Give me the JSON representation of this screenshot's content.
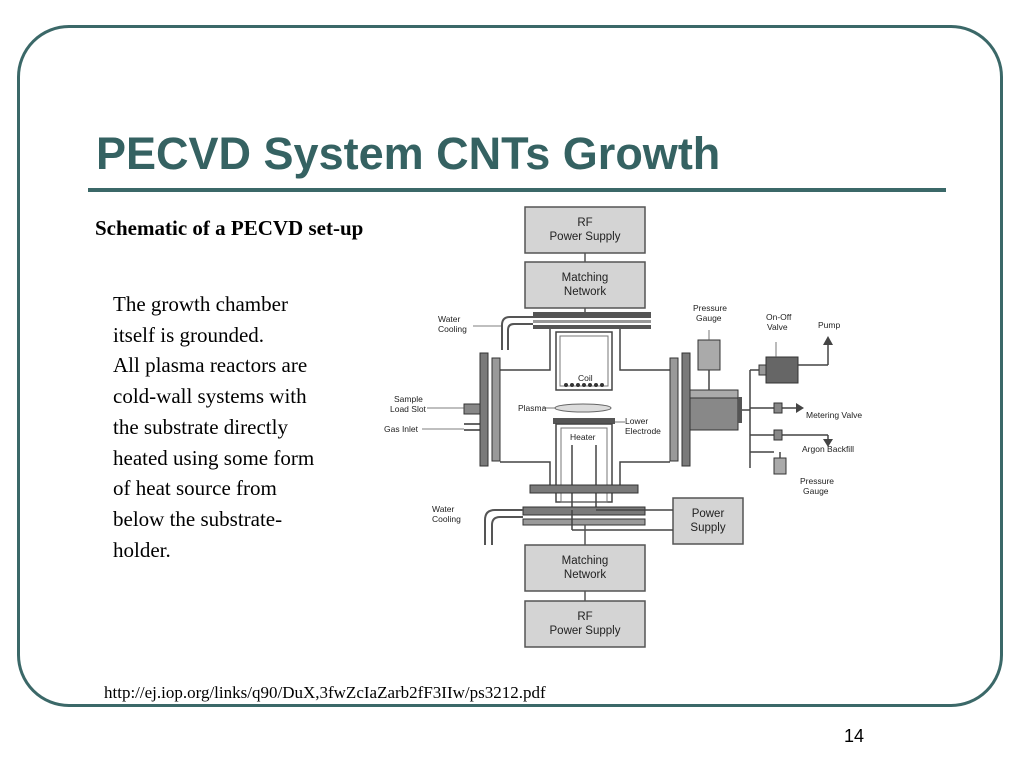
{
  "slide": {
    "title": "PECVD System CNTs Growth",
    "caption": "Schematic of a PECVD set-up",
    "body_lines": [
      "The growth chamber",
      "itself is grounded.",
      "All plasma reactors are",
      "cold-wall systems with",
      "the substrate directly",
      "heated using some form",
      "of heat source from",
      "below the substrate-",
      "holder."
    ],
    "source_url": "http://ej.iop.org/links/q90/DuX,3fwZcIaZarb2fF3IIw/ps3212.pdf",
    "page_number": "14"
  },
  "diagram": {
    "rf_power_top": [
      "RF",
      "Power Supply"
    ],
    "matching_top": [
      "Matching",
      "Network"
    ],
    "matching_bottom": [
      "Matching",
      "Network"
    ],
    "rf_power_bottom": [
      "RF",
      "Power Supply"
    ],
    "power_supply": [
      "Power",
      "Supply"
    ],
    "labels": {
      "water_cooling_top": [
        "Water",
        "Cooling"
      ],
      "water_cooling_bottom": [
        "Water",
        "Cooling"
      ],
      "sample_load_slot": [
        "Sample",
        "Load Slot"
      ],
      "gas_inlet": "Gas Inlet",
      "plasma": "Plasma",
      "coil": "Coil",
      "heater": "Heater",
      "lower_electrode": [
        "Lower",
        "Electrode"
      ],
      "pressure_gauge_top": [
        "Pressure",
        "Gauge"
      ],
      "on_off_valve": [
        "On-Off",
        "Valve"
      ],
      "pump": "Pump",
      "metering_valve": "Metering Valve",
      "argon_backfill": "Argon Backfill",
      "pressure_gauge_bottom": [
        "Pressure",
        "Gauge"
      ]
    }
  },
  "colors": {
    "theme_teal": "#3b6868",
    "title_teal": "#356262",
    "box_fill": "#d4d4d4",
    "flange_fill": "#7a7a7a"
  }
}
